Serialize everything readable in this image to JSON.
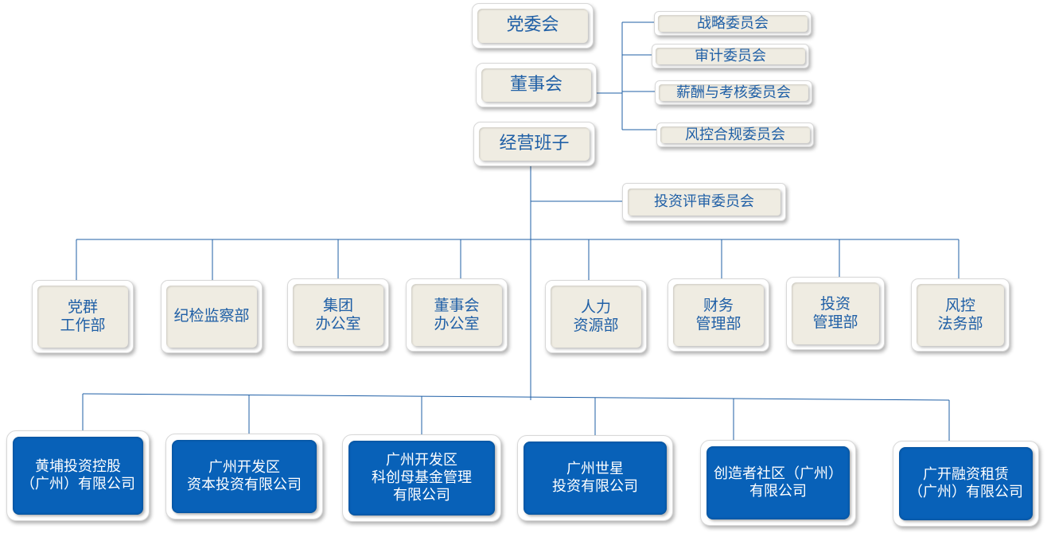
{
  "top": {
    "party_committee": "党委会",
    "board": "董事会",
    "management": "经营班子"
  },
  "board_committees": [
    "战略委员会",
    "审计委员会",
    "薪酬与考核委员会",
    "风控合规委员会"
  ],
  "investment_committee": "投资评审委员会",
  "departments": [
    "党群\n工作部",
    "纪检监察部",
    "集团\n办公室",
    "董事会\n办公室",
    "人力\n资源部",
    "财务\n管理部",
    "投资\n管理部",
    "风控\n法务部"
  ],
  "subsidiaries": [
    "黄埔投资控股\n（广州）有限公司",
    "广州开发区\n资本投资有限公司",
    "广州开发区\n科创母基金管理\n有限公司",
    "广州世星\n投资有限公司",
    "创造者社区（广州）\n有限公司",
    "广开融资租赁\n（广州）有限公司"
  ],
  "colors": {
    "line": "#1f5fa6",
    "box_fill": "#efece2",
    "text": "#1f5fa6",
    "subsidiary_fill": "#0861b8",
    "subsidiary_text": "#ffffff"
  }
}
